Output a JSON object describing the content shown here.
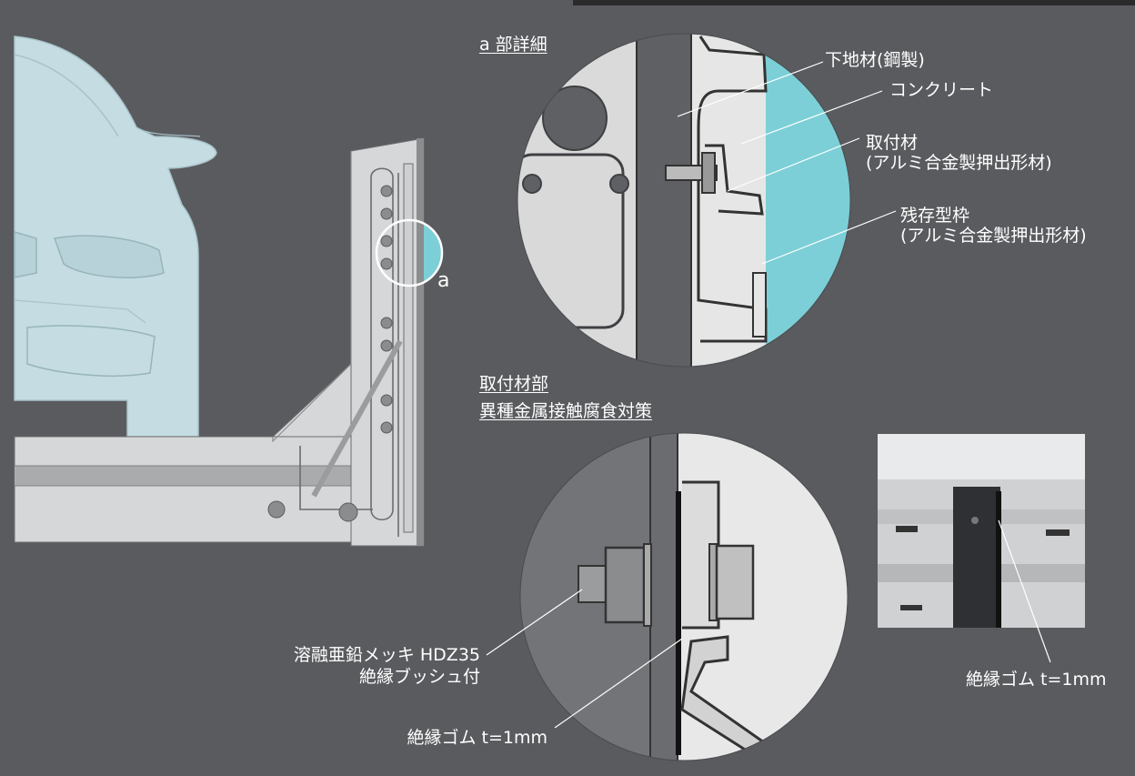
{
  "colors": {
    "background": "#595b5e",
    "concrete": "#d6d7d8",
    "car": "#c4dce2",
    "accent_cyan": "#7ccfd7",
    "steel": "#5e6063",
    "detail_bg": "#e8e8e8"
  },
  "detail_a": {
    "title": "a 部詳細",
    "marker_letter": "a",
    "labels": {
      "base_material": "下地材(鋼製)",
      "concrete": "コンクリート",
      "fixture_line1": "取付材",
      "fixture_line2": "(アルミ合金製押出形材)",
      "formwork_line1": "残存型枠",
      "formwork_line2": "(アルミ合金製押出形材)"
    }
  },
  "corrosion": {
    "title_line1": "取付材部",
    "title_line2": "異種金属接触腐食対策",
    "bolt_line1": "溶融亜鉛メッキ HDZ35",
    "bolt_line2": "絶縁ブッシュ付",
    "rubber": "絶縁ゴム t=1mm"
  },
  "photo": {
    "caption": "絶縁ゴム t=1mm"
  }
}
